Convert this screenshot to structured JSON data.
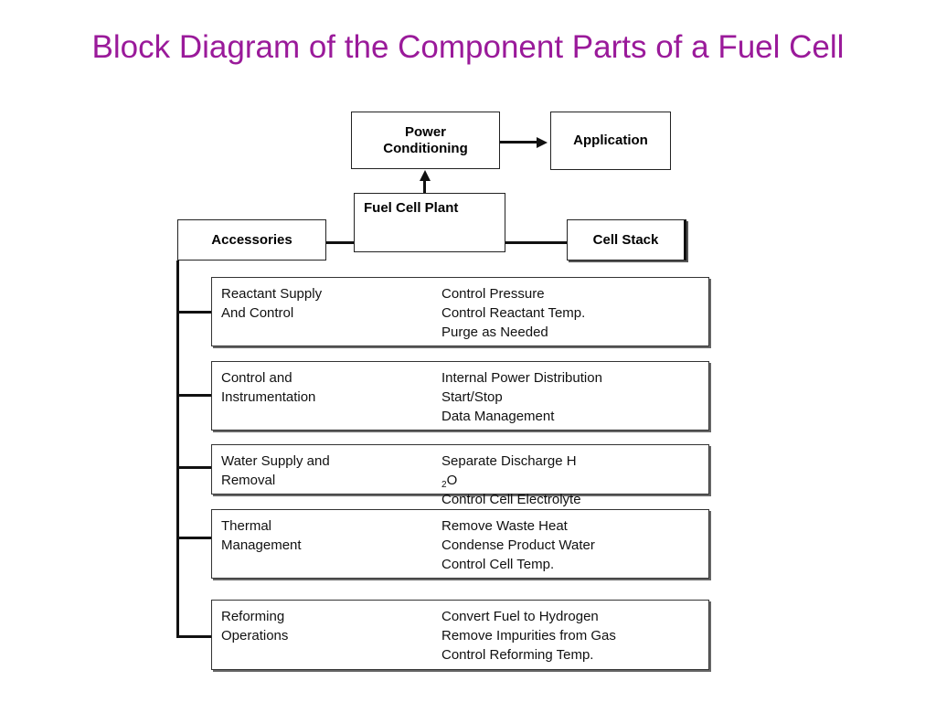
{
  "title": "Block Diagram of the Component Parts of a Fuel Cell",
  "nodes": {
    "power_conditioning": [
      "Power",
      "Conditioning"
    ],
    "application": "Application",
    "fuel_cell_plant": "Fuel Cell Plant",
    "accessories": "Accessories",
    "cell_stack": "Cell Stack"
  },
  "subsystems": [
    {
      "name": "Reactant Supply\nAnd Control",
      "functions": [
        "Control Pressure",
        "Control Reactant Temp.",
        "Purge as Needed"
      ]
    },
    {
      "name": "Control and\nInstrumentation",
      "functions": [
        "Internal Power Distribution",
        "Start/Stop",
        "Data Management"
      ]
    },
    {
      "name": "Water Supply and\nRemoval",
      "functions": [
        "Separate Discharge H",
        "Control Cell Electrolyte"
      ],
      "formula": {
        "subscript": "2",
        "suffix": "O"
      }
    },
    {
      "name": "Thermal\nManagement",
      "functions": [
        "Remove Waste Heat",
        "Condense Product Water",
        "Control Cell Temp."
      ]
    },
    {
      "name": "Reforming\nOperations",
      "functions": [
        "Convert Fuel to Hydrogen",
        "Remove Impurities from Gas",
        "Control Reforming Temp."
      ]
    }
  ]
}
